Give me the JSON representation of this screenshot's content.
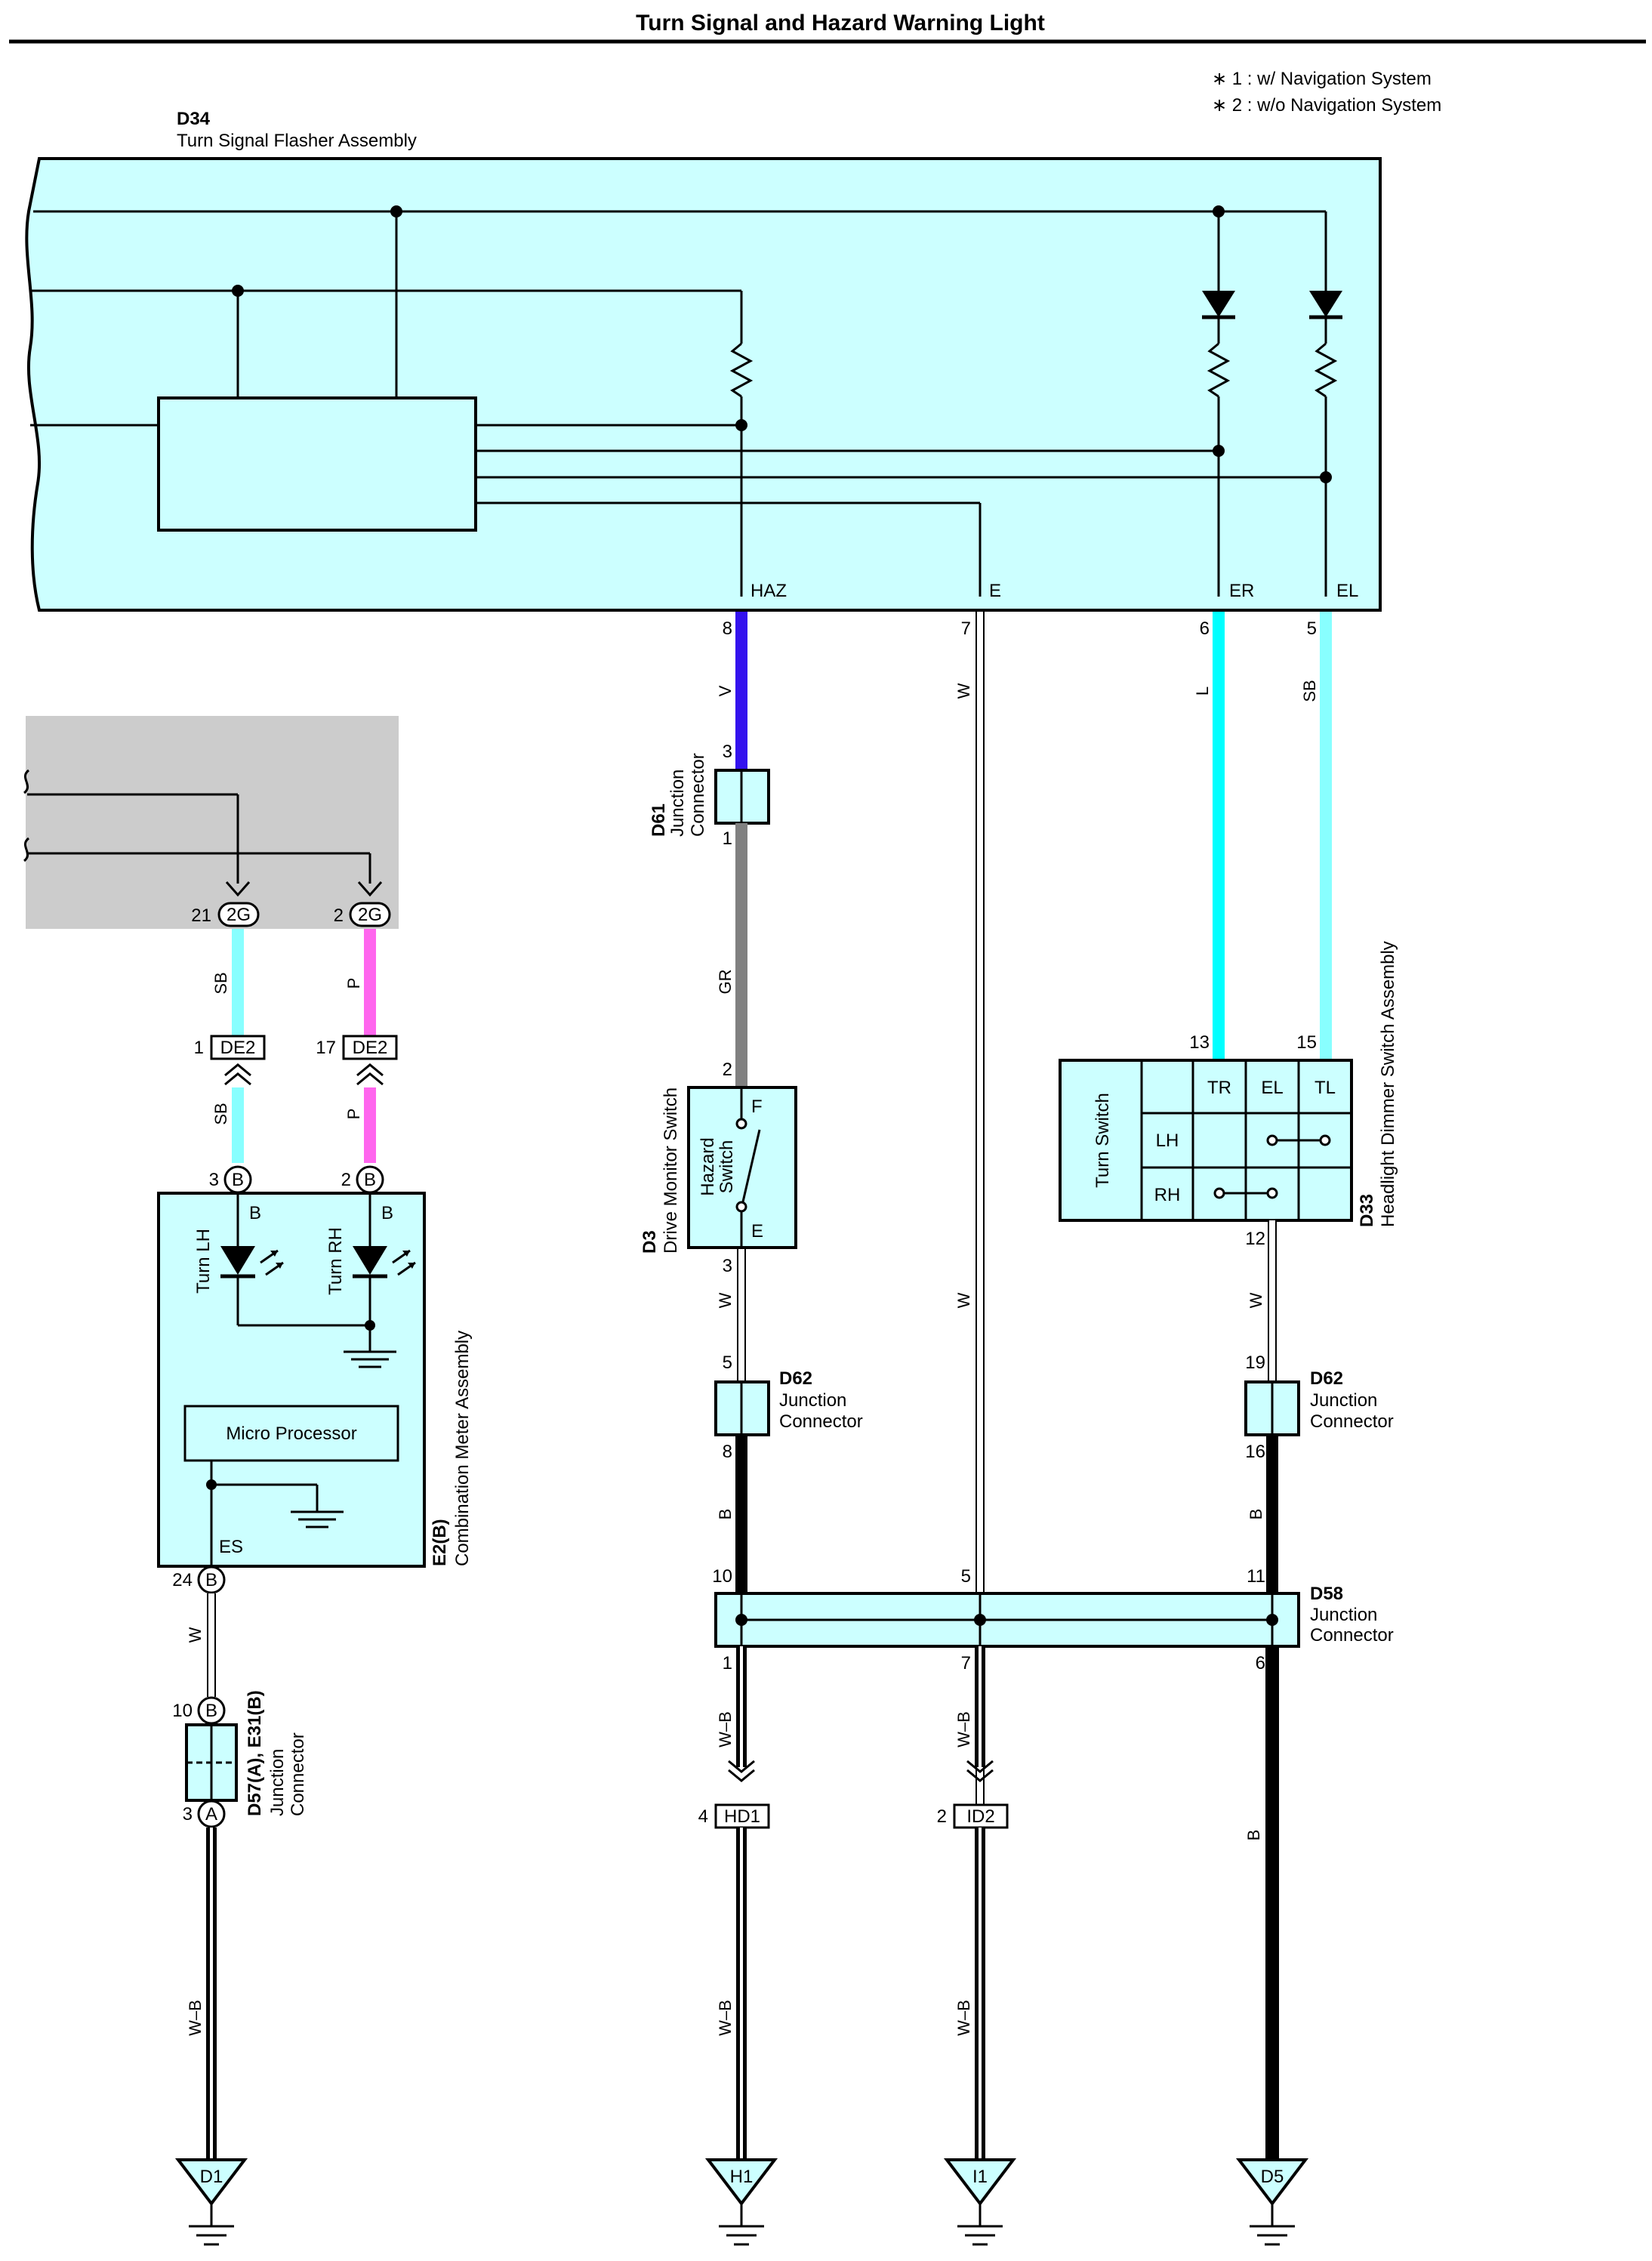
{
  "title": "Turn Signal and Hazard Warning Light",
  "notes": [
    "∗ 1 : w/ Navigation System",
    "∗ 2 : w/o Navigation System"
  ],
  "flasher": {
    "code": "D34",
    "name": "Turn Signal Flasher Assembly",
    "terminals": [
      {
        "name": "HAZ",
        "pin": "8",
        "wire": "V"
      },
      {
        "name": "E",
        "pin": "7",
        "wire": "W"
      },
      {
        "name": "ER",
        "pin": "6",
        "wire": "L"
      },
      {
        "name": "EL",
        "pin": "5",
        "wire": "SB"
      }
    ]
  },
  "gray_source": {
    "pins": [
      {
        "pin": "21",
        "connector": "2G",
        "wire": "SB"
      },
      {
        "pin": "2",
        "connector": "2G",
        "wire": "P"
      }
    ]
  },
  "de2": {
    "left_pin": "1",
    "right_pin": "17",
    "label": "DE2",
    "wire_left": "SB",
    "wire_right": "P"
  },
  "combination_meter": {
    "code": "E2(B)",
    "name": "Combination Meter Assembly",
    "pin_left": "3",
    "pin_right": "2",
    "pin_es": "24",
    "connector": "B",
    "lamp_left": "Turn LH",
    "lamp_right": "Turn RH",
    "processor": "Micro Processor",
    "es_label": "ES",
    "wire_es": "W"
  },
  "d57": {
    "code": "D57(A), E31(B)",
    "name_line1": "Junction",
    "name_line2": "Connector",
    "pin_top": "10",
    "top_conn": "B",
    "pin_bottom": "3",
    "bottom_conn": "A",
    "wire_out": "W–B",
    "ground": "D1"
  },
  "d61": {
    "code": "D61",
    "name_line1": "Junction",
    "name_line2": "Connector",
    "pin_in": "3",
    "pin_out": "1",
    "wire_out": "GR"
  },
  "drive_monitor": {
    "code": "D3",
    "name": "Drive Monitor Switch",
    "switch_line1": "Hazard",
    "switch_line2": "Switch",
    "pin_in": "2",
    "pin_out": "3",
    "term_f": "F",
    "term_e": "E",
    "wire_out": "W"
  },
  "d62_left": {
    "code": "D62",
    "name_line1": "Junction",
    "name_line2": "Connector",
    "pin_in": "5",
    "pin_out": "8",
    "wire_out": "B"
  },
  "d62_right": {
    "code": "D62",
    "name_line1": "Junction",
    "name_line2": "Connector",
    "pin_in": "19",
    "pin_out": "16",
    "wire_out": "B"
  },
  "headlight_switch": {
    "code": "D33",
    "name": "Headlight Dimmer Switch Assembly",
    "switch_name": "Turn Switch",
    "pin_tr": "13",
    "pin_tl": "15",
    "pin_out": "12",
    "cols": [
      "TR",
      "EL",
      "TL"
    ],
    "rows": [
      "LH",
      "RH"
    ],
    "wire_out": "W"
  },
  "middle_wire": "W",
  "d58": {
    "code": "D58",
    "name_line1": "Junction",
    "name_line2": "Connector",
    "pins_in": [
      "10",
      "5",
      "11"
    ],
    "pins_out": [
      "1",
      "7",
      "6"
    ],
    "wires_out": [
      "W–B",
      "W–B",
      "B"
    ]
  },
  "ground_connectors": [
    {
      "pin": "4",
      "label": "HD1",
      "wire": "W–B",
      "ground": "H1"
    },
    {
      "pin": "2",
      "label": "ID2",
      "wire": "W–B",
      "ground": "I1"
    }
  ],
  "ground_d5": "D5",
  "colors": {
    "box_fill": "#ccffff",
    "wire_violet": "#3311ee",
    "wire_blue": "#00ffff",
    "wire_skyblue": "#88ffff",
    "wire_pink": "#ff66ee",
    "wire_gray": "#808080",
    "gray_area": "#cccccc"
  }
}
